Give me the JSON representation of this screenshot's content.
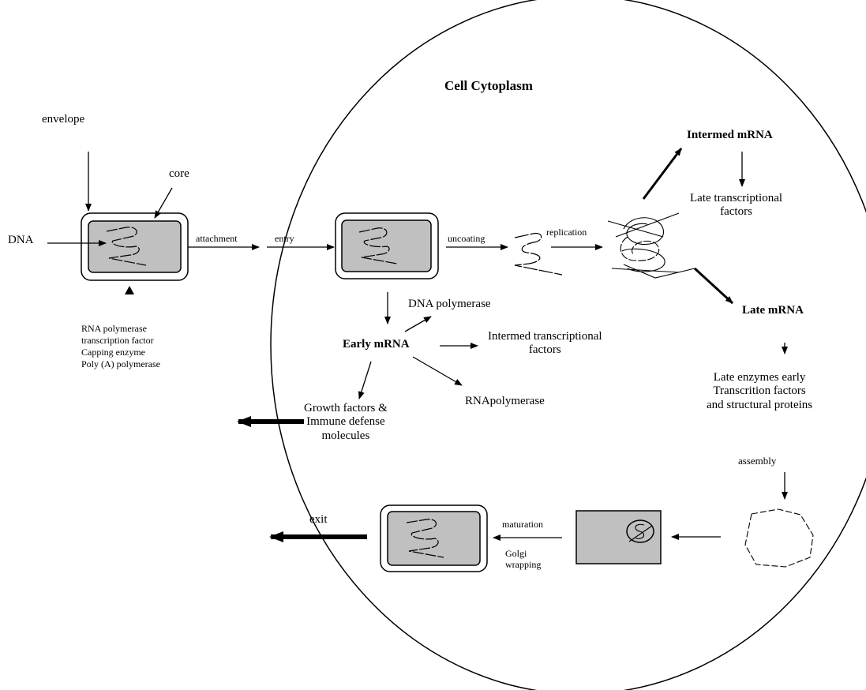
{
  "title": "Cell Cytoplasm",
  "labels": {
    "envelope": "envelope",
    "core": "core",
    "dna": "DNA",
    "attachment": "attachment",
    "entry": "entry",
    "uncoating": "uncoating",
    "replication": "replication",
    "intermed_mrna": "Intermed mRNA",
    "late_transcriptional_factors": "Late transcriptional\nfactors",
    "late_mrna": "Late mRNA",
    "dna_polymerase": "DNA polymerase",
    "early_mrna": "Early mRNA",
    "intermed_transcriptional_factors": "Intermed transcriptional\nfactors",
    "rna_polymerase": "RNApolymerase",
    "growth_factors": "Growth factors &\nImmune defense\nmolecules",
    "late_enzymes": "Late enzymes early\nTranscrition factors\nand structural proteins",
    "assembly": "assembly",
    "exit": "exit",
    "maturation": "maturation",
    "golgi_wrapping": "Golgi\nwrapping",
    "core_components": "RNA polymerase\ntranscription factor\nCapping enzyme\nPoly (A) polymerase"
  }
}
